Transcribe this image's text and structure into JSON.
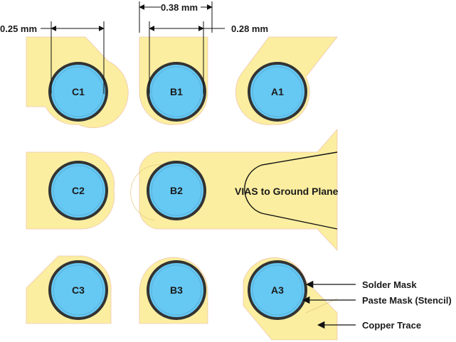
{
  "dimensions": {
    "left": "0.25 mm",
    "top": "0.38 mm",
    "right": "0.28 mm"
  },
  "pads": [
    "C1",
    "B1",
    "A1",
    "C2",
    "B2",
    "C3",
    "B3",
    "A3"
  ],
  "via_label": "VIAS to Ground Plane",
  "callouts": {
    "solder_mask": "Solder Mask",
    "paste_mask": "Paste Mask (Stencil)",
    "copper_trace": "Copper Trace"
  },
  "colors": {
    "copper": "#fbeea0",
    "copper_outline": "#e8a0a0",
    "pad_fill": "#66c9f4",
    "pad_ring": "#333333",
    "lines": "#111111"
  }
}
